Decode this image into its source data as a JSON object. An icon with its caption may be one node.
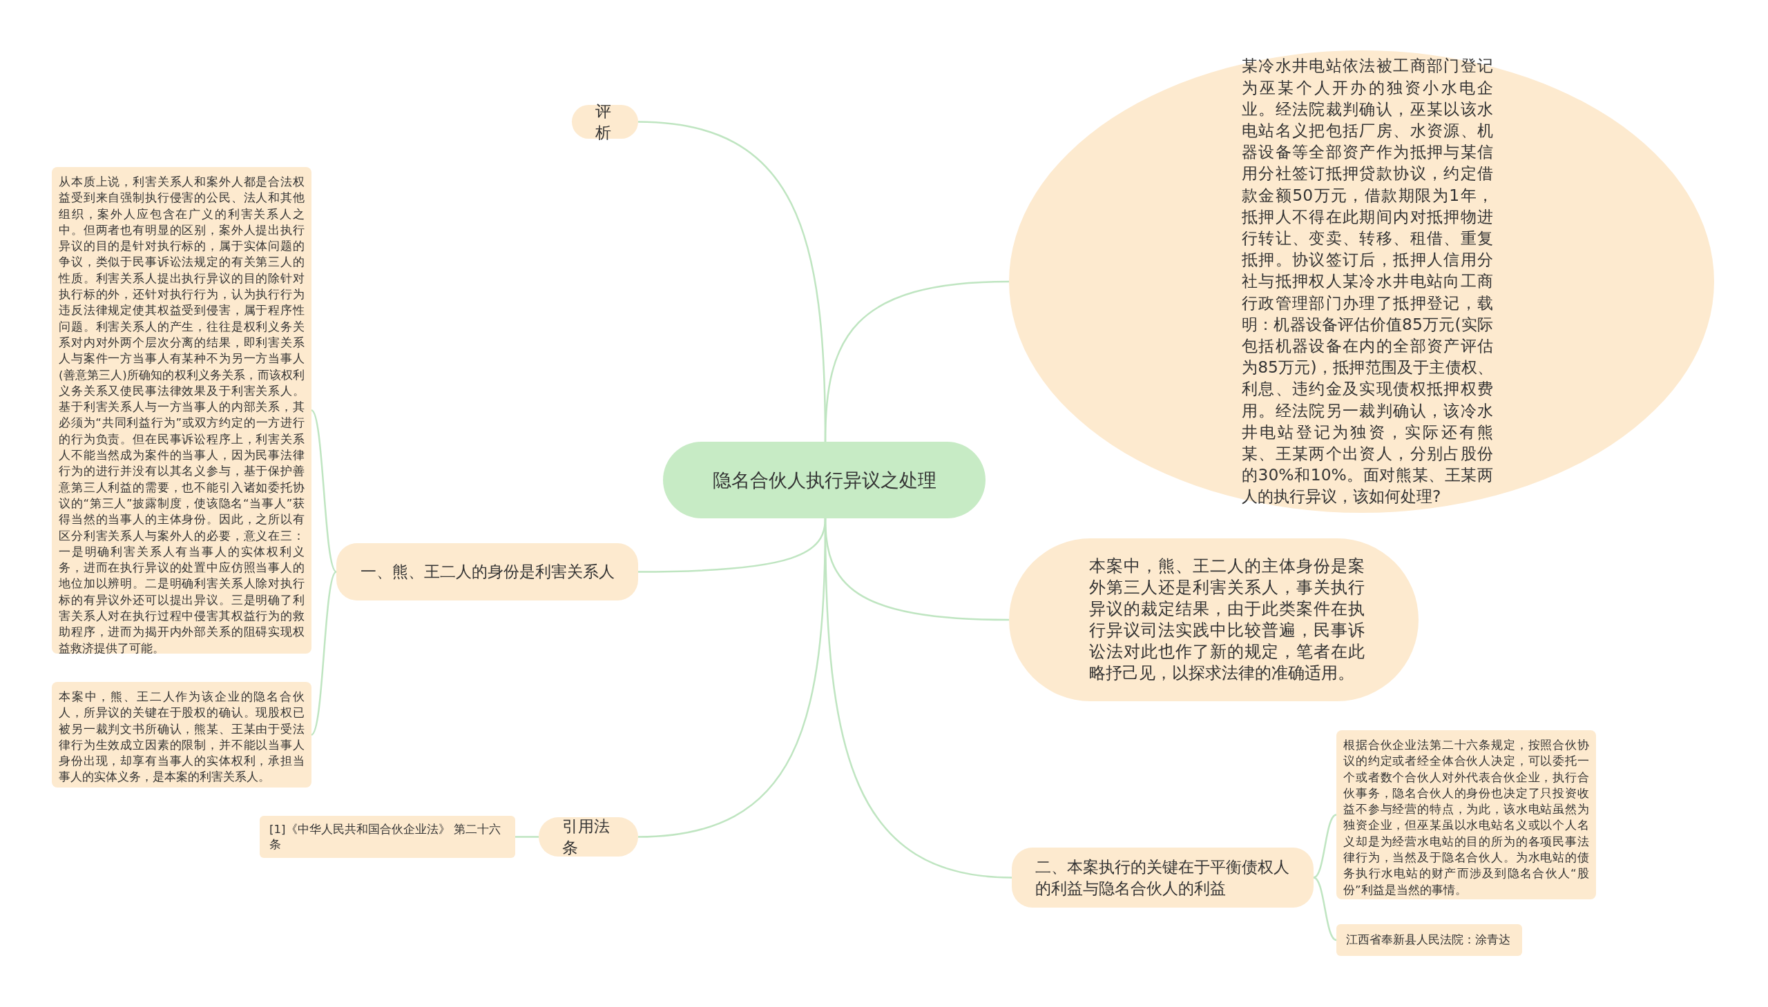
{
  "diagram": {
    "nodes": [
      {
        "text": [
          "隐名合伙人执行异议之处理"
        ]
      },
      {
        "text": [
          "评析"
        ]
      },
      {
        "text": [
          "一、熊、王二人的身份是利害关系人"
        ]
      },
      {
        "text": [
          "引用法条"
        ]
      },
      {
        "text": [
          "某冷水井电站依法被工商部门登记为巫某个人开办的独资小水电企业。经法院裁判确认，巫某以该水电站名义把包括厂房、水资源、机器设备等全部资产作为抵押与某信用分社签订抵押贷款协议，约定借款金额50万元，借款期限为1年，抵押人不得在此期间内对抵押物进行转让、变卖、转移、租借、重复抵押。协议签订后，抵押人信用分社与抵押权人某冷水井电站向工商行政管理部门办理了抵押登记，载明：机器设备评估价值85万元(实际包括机器设备在内的全部资产评估为85万元)，抵押范围及于主债权、利息、违约金及实现债权抵押权费用。经法院另一裁判确认，该冷水井电站登记为独资，实际还有熊某、王某两个出资人，分别占股份的30%和10%。面对熊某、王某两人的执行异议，该如何处理?"
        ]
      },
      {
        "text": [
          "本案中，熊、王二人的主体身份是案外第三人还是利害关系人，事关执行异议的裁定结果，由于此类案件在执行异议司法实践中比较普遍，民事诉讼法对此也作了新的规定，笔者在此略抒己见，以探求法律的准确适用。"
        ]
      },
      {
        "text": [
          "二、本案执行的关键在于平衡债权人的利益与隐名合伙人的利益"
        ]
      },
      {
        "text": [
          "从本质上说，利害关系人和案外人都是合法权益受到来自强制执行侵害的公民、法人和其他组织，案外人应包含在广义的利害关系人之中。但两者也有明显的区别，案外人提出执行异议的目的是针对执行标的，属于实体问题的争议，类似于民事诉讼法规定的有关第三人的性质。利害关系人提出执行异议的目的除针对执行标的外，还针对执行行为，认为执行行为违反法律规定使其权益受到侵害，属于程序性问题。利害关系人的产生，往往是权利义务关系对内对外两个层次分离的结果，即利害关系人与案件一方当事人有某种不为另一方当事人(善意第三人)所确知的权利义务关系，而该权利义务关系又使民事法律效果及于利害关系人。基于利害关系人与一方当事人的内部关系，其必须为“共同利益行为”或双方约定的一方进行的行为负责。但在民事诉讼程序上，利害关系人不能当然成为案件的当事人，因为民事法律行为的进行并没有以其名义参与，基于保护善意第三人利益的需要，也不能引入诸如委托协议的“第三人”披露制度，使该隐名“当事人”获得当然的当事人的主体身份。因此，之所以有区分利害关系人与案外人的必要，意义在三：一是明确利害关系人有当事人的实体权利义务，进而在执行异议的处置中应仿照当事人的地位加以辨明。二是明确利害关系人除对执行标的有异议外还可以提出异议。三是明确了利害关系人对在执行过程中侵害其权益行为的救助程序，进而为揭开内外部关系的阻碍实现权益救济提供了可能。"
        ]
      },
      {
        "text": [
          "本案中，熊、王二人作为该企业的隐名合伙人，所异议的关键在于股权的确认。现股权已被另一裁判文书所确认，熊某、王某由于受法律行为生效成立因素的限制，并不能以当事人身份出现，却享有当事人的实体权利，承担当事人的实体义务，是本案的利害关系人。"
        ]
      },
      {
        "text": [
          "[1]《中华人民共和国合伙企业法》 第二十六条"
        ]
      },
      {
        "text": [
          "根据合伙企业法第二十六条规定，按照合伙协议的约定或者经全体合伙人决定，可以委托一个或者数个合伙人对外代表合伙企业，执行合伙事务，隐名合伙人的身份也决定了只投资收益不参与经营的特点，为此，该水电站虽然为独资企业，但巫某虽以水电站名义或以个人名义却是为经营水电站的目的所为的各项民事法律行为，当然及于隐名合伙人。为水电站的债务执行水电站的财产而涉及到隐名合伙人“股份”利益是当然的事情。"
        ]
      },
      {
        "text": [
          "江西省奉新县人民法院：涂青达"
        ]
      }
    ],
    "edges": [
      {
        "from": 0,
        "to": 1,
        "arrow": "none"
      },
      {
        "from": 0,
        "to": 2,
        "arrow": "none"
      },
      {
        "from": 0,
        "to": 3,
        "arrow": "none"
      },
      {
        "from": 0,
        "to": 4,
        "arrow": "none"
      },
      {
        "from": 0,
        "to": 5,
        "arrow": "none"
      },
      {
        "from": 0,
        "to": 6,
        "arrow": "none"
      },
      {
        "from": 2,
        "to": 7,
        "arrow": "none"
      },
      {
        "from": 2,
        "to": 8,
        "arrow": "none"
      },
      {
        "from": 3,
        "to": 9,
        "arrow": "none"
      },
      {
        "from": 6,
        "to": 10,
        "arrow": "none"
      },
      {
        "from": 6,
        "to": 11,
        "arrow": "none"
      }
    ]
  }
}
